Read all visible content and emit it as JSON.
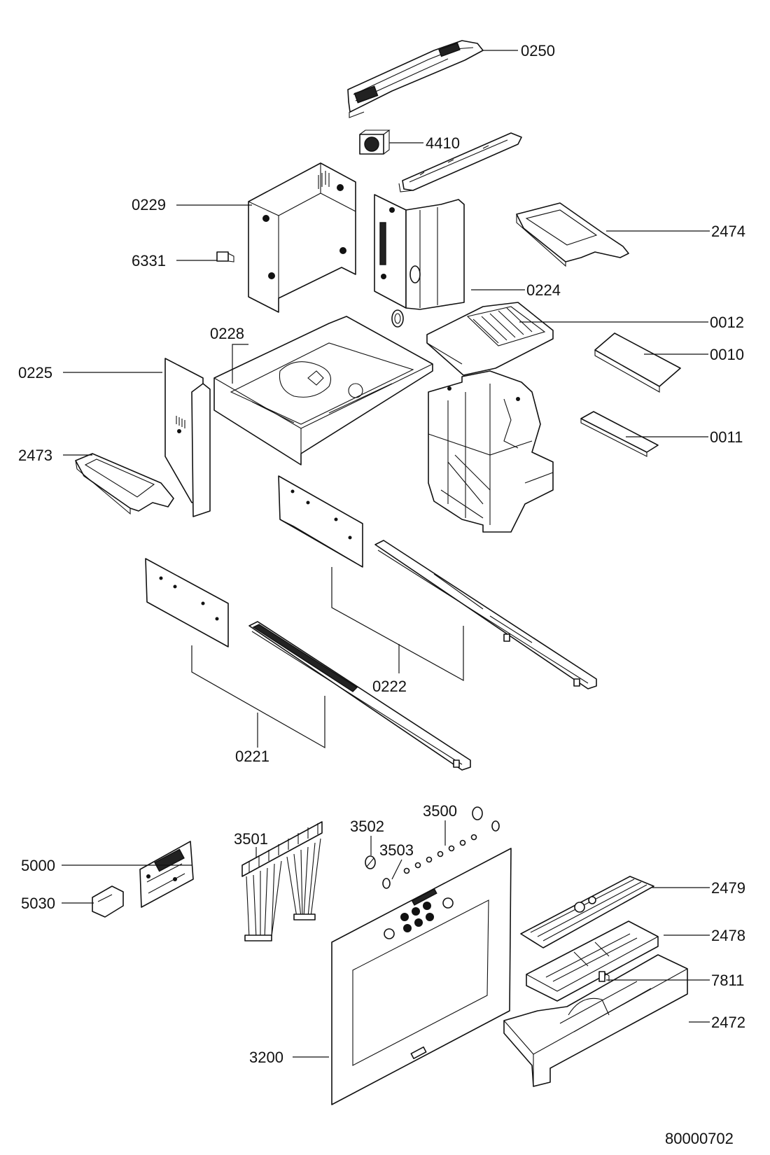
{
  "parts": [
    {
      "id": "p0250",
      "label": "0250"
    },
    {
      "id": "p4410",
      "label": "4410"
    },
    {
      "id": "p0229",
      "label": "0229"
    },
    {
      "id": "p6331",
      "label": "6331"
    },
    {
      "id": "p2474",
      "label": "2474"
    },
    {
      "id": "p0224",
      "label": "0224"
    },
    {
      "id": "p0228",
      "label": "0228"
    },
    {
      "id": "p0012",
      "label": "0012"
    },
    {
      "id": "p0225",
      "label": "0225"
    },
    {
      "id": "p0010",
      "label": "0010"
    },
    {
      "id": "p2473",
      "label": "2473"
    },
    {
      "id": "p0011",
      "label": "0011"
    },
    {
      "id": "p0222",
      "label": "0222"
    },
    {
      "id": "p0221",
      "label": "0221"
    },
    {
      "id": "p3502",
      "label": "3502"
    },
    {
      "id": "p3500",
      "label": "3500"
    },
    {
      "id": "p3501",
      "label": "3501"
    },
    {
      "id": "p3503",
      "label": "3503"
    },
    {
      "id": "p5000",
      "label": "5000"
    },
    {
      "id": "p2479",
      "label": "2479"
    },
    {
      "id": "p5030",
      "label": "5030"
    },
    {
      "id": "p2478",
      "label": "2478"
    },
    {
      "id": "p7811",
      "label": "7811"
    },
    {
      "id": "p2472",
      "label": "2472"
    },
    {
      "id": "p3200",
      "label": "3200"
    }
  ],
  "drawing_number": "80000702"
}
